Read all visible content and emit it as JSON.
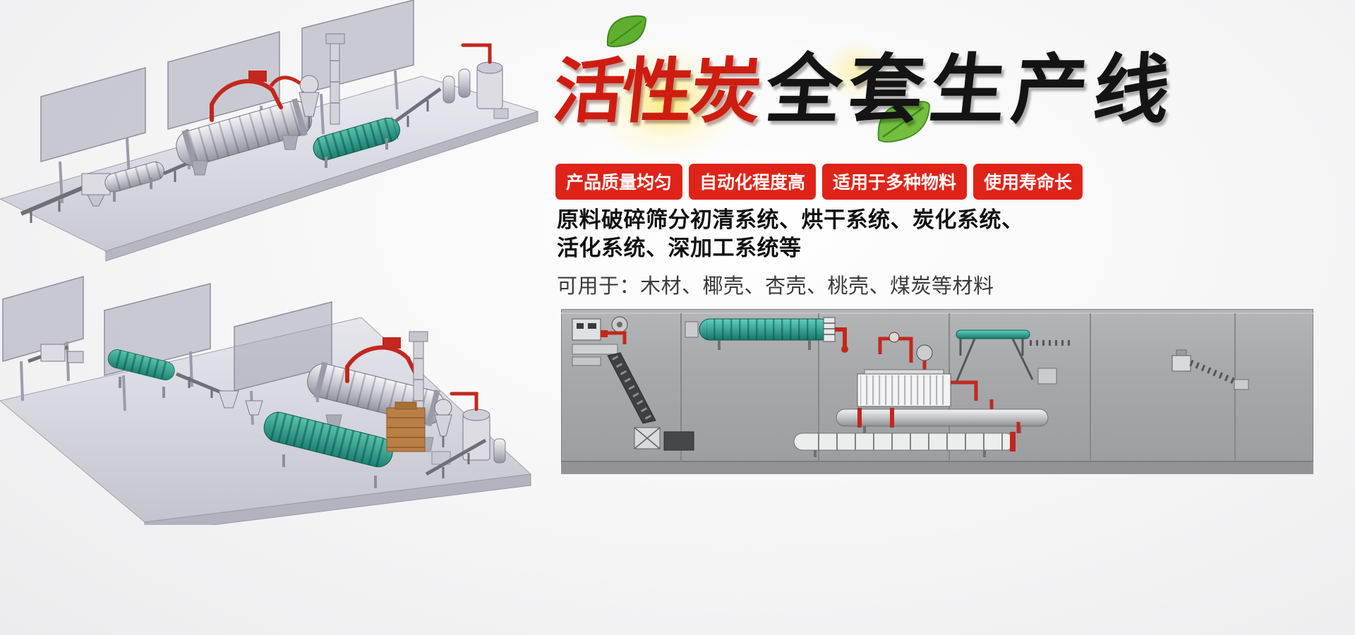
{
  "hero": {
    "title_red": "活性炭",
    "title_black": "全套生产线"
  },
  "badges": [
    "产品质量均匀",
    "自动化程度高",
    "适用于多种物料",
    "使用寿命长"
  ],
  "description": {
    "line1_bold": "原料破碎筛分初清系统、烘干系统、炭化系统、",
    "line2_bold": "活化系统、深加工系统等",
    "line3": "可用于：木材、椰壳、杏壳、桃壳、煤炭等材料"
  },
  "colors": {
    "badge_red": "#e02318",
    "title_red": "#cf1c10",
    "title_black": "#141414",
    "pipe_red": "#c3271d",
    "drum_teal": "#1e8172",
    "panel_gray": "#a6a8ab"
  },
  "illustrations": {
    "top_left": "isometric-production-line-render-top",
    "bottom_left": "isometric-production-line-render-bottom",
    "panel": "production-line-layout-render"
  }
}
